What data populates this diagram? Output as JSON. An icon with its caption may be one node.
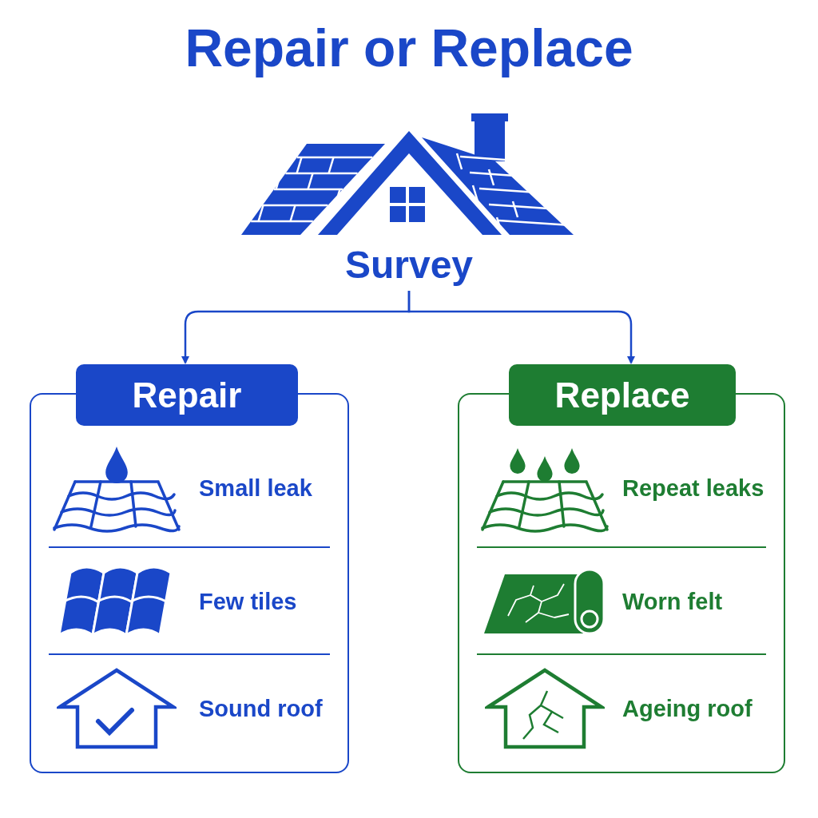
{
  "diagram": {
    "title": "Repair or Replace",
    "nodes": [
      {
        "text": [
          "Survey"
        ]
      },
      {
        "text": [
          "Repair",
          "Small leak",
          "Few tiles",
          "Sound roof"
        ]
      },
      {
        "text": [
          "Replace",
          "Repeat leaks",
          "Worn felt",
          "Ageing roof"
        ]
      }
    ],
    "edges": [
      {
        "from": 0,
        "to": 1,
        "arrow": "to"
      },
      {
        "from": 0,
        "to": 2,
        "arrow": "to"
      }
    ]
  }
}
